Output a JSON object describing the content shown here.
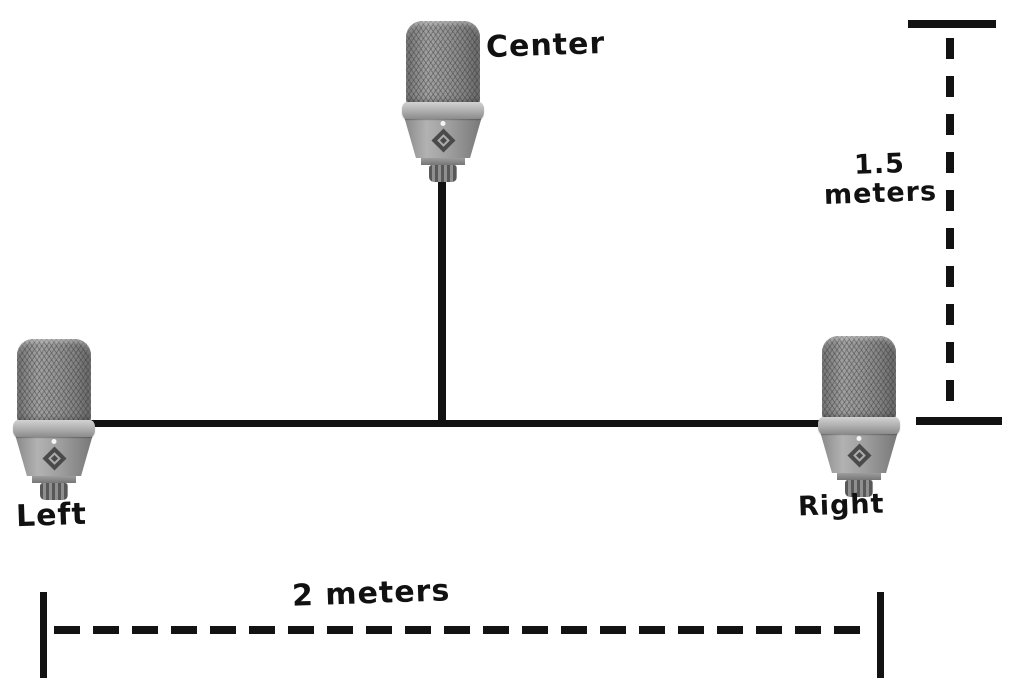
{
  "microphones": {
    "center": {
      "label": "Center"
    },
    "left": {
      "label": "Left"
    },
    "right": {
      "label": "Right"
    }
  },
  "measurements": {
    "vertical": {
      "value": "1.5",
      "unit": "meters"
    },
    "horizontal": {
      "label": "2 meters"
    }
  },
  "colors": {
    "background": "#ffffff",
    "line": "#121212",
    "mic_grille": "#8f8f8f",
    "mic_collar": "#bdbdbd",
    "mic_body": "#9a9a9a",
    "mic_stem": "#6e6e6e"
  }
}
